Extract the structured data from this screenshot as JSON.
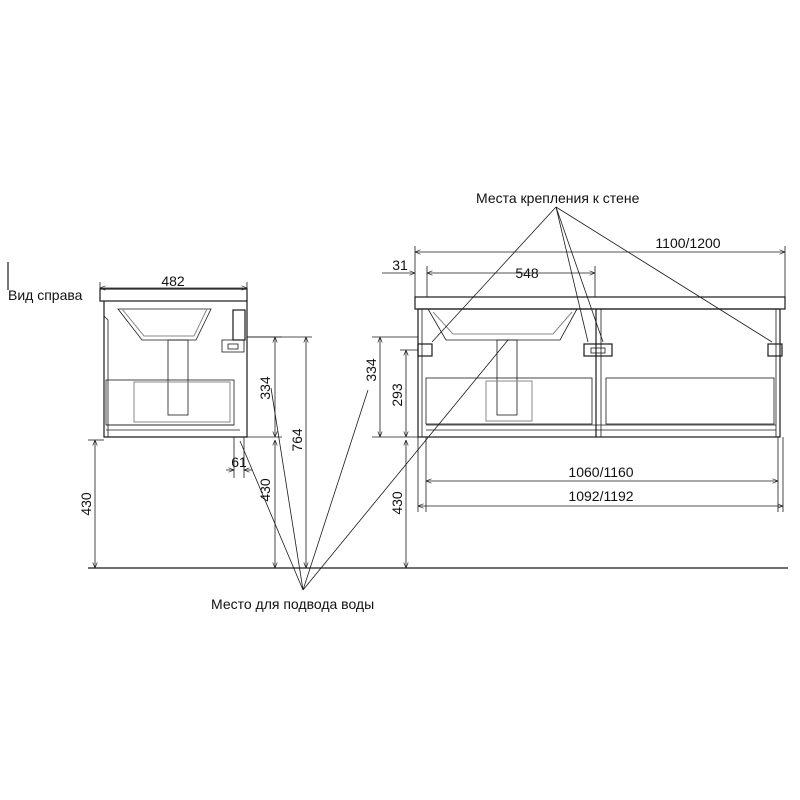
{
  "labels": {
    "side_view": "Вид справа",
    "wall_mounts": "Места крепления к стене",
    "water_supply": "Место для подвода воды"
  },
  "dimensions": {
    "side_width": "482",
    "side_cabinet_height": "334",
    "side_total_height": "764",
    "side_floor_height": "430",
    "side_offset": "61",
    "front_floor_height_left": "430",
    "front_floor_height_mid": "430",
    "front_cabinet_height": "334",
    "front_mount_height": "293",
    "front_edge_offset": "31",
    "front_basin_width": "548",
    "front_total_width": "1100/1200",
    "front_inner_width": "1060/1160",
    "front_body_width": "1092/1192"
  }
}
